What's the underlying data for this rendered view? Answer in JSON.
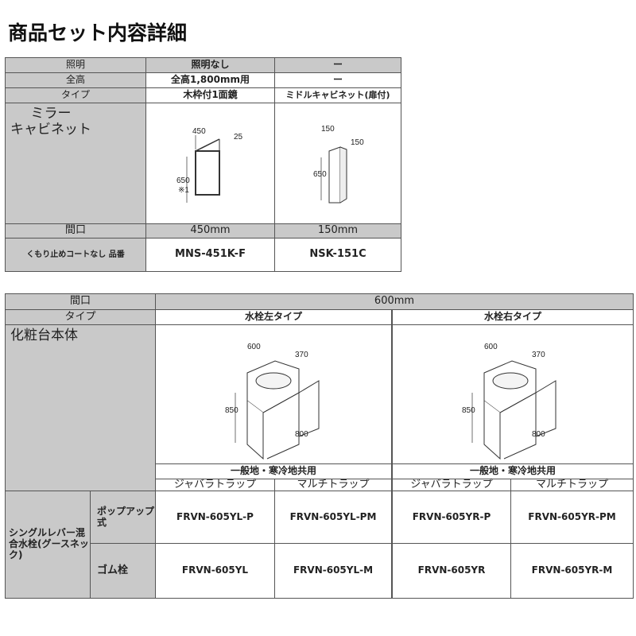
{
  "title": "商品セット内容詳細",
  "mirror": {
    "rows": [
      {
        "label": "照明",
        "col1": "照明なし",
        "col2": "ー"
      },
      {
        "label": "全高",
        "col1": "全高1,800mm用",
        "col2": "ー"
      },
      {
        "label": "タイプ",
        "col1": "木枠付1面鏡",
        "col2": "ミドルキャビネット(扉付)"
      }
    ],
    "section_label": "ミラー\nキャビネット",
    "dims1": {
      "w": "450",
      "d": "25",
      "h": "650",
      "note": "※1"
    },
    "dims2": {
      "w": "150",
      "d": "150",
      "h": "650"
    },
    "width_label": "間口",
    "width1": "450mm",
    "width2": "150mm",
    "product_label": "くもり止めコートなし 品番",
    "product1": "MNS-451K-F",
    "product2": "NSK-151C"
  },
  "vanity": {
    "width_label": "間口",
    "width": "600mm",
    "type_label": "タイプ",
    "type_left": "水栓左タイプ",
    "type_right": "水栓右タイプ",
    "section_label": "化粧台本体",
    "dims": {
      "w": "600",
      "d": "370",
      "h": "850",
      "h2": "800"
    },
    "region": "一般地・寒冷地共用",
    "trap1": "ジャバラトラップ",
    "trap2": "マルチトラップ",
    "faucet_label": "シングルレバー混合水栓(グースネック)",
    "popup_label": "ポップアップ式",
    "rubber_label": "ゴム栓",
    "popup": [
      "FRVN-605YL-P",
      "FRVN-605YL-PM",
      "FRVN-605YR-P",
      "FRVN-605YR-PM"
    ],
    "rubber": [
      "FRVN-605YL",
      "FRVN-605YL-M",
      "FRVN-605YR",
      "FRVN-605YR-M"
    ]
  }
}
